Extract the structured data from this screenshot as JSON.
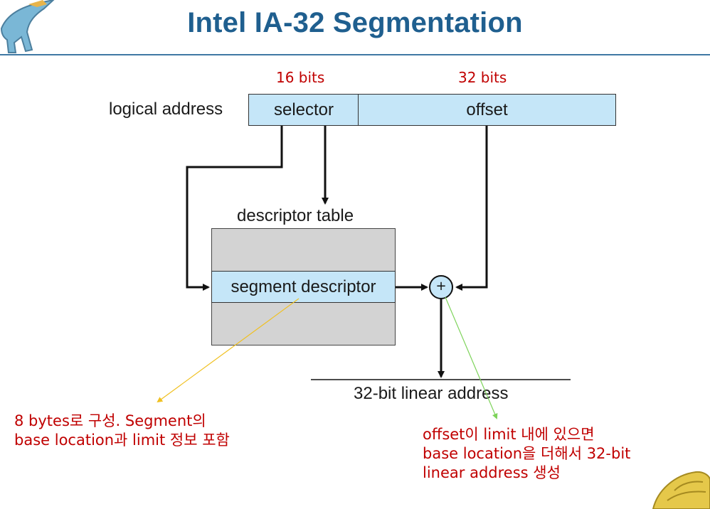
{
  "title": "Intel IA-32 Segmentation",
  "bits": {
    "selector": "16 bits",
    "offset": "32 bits"
  },
  "labels": {
    "logical_address": "logical address",
    "descriptor_table": "descriptor table",
    "linear_address": "32-bit linear address",
    "plus": "+"
  },
  "boxes": {
    "selector": "selector",
    "offset": "offset",
    "segment_descriptor": "segment descriptor"
  },
  "notes": {
    "descriptor_note": [
      "8 bytes로 구성. Segment의",
      "base location과 limit 정보 포함"
    ],
    "add_note": [
      "offset이 limit 내에 있으면",
      "base location을 더해서 32-bit",
      "linear address 생성"
    ]
  },
  "colors": {
    "title": "#1f5f8f",
    "field_fill": "#c5e6f8",
    "table_fill": "#d3d3d3",
    "annotation_red": "#c00000",
    "callout_yellow": "#f0c020",
    "callout_green": "#7dd35a"
  },
  "icons": [
    "dinosaur-logo-top-left",
    "dinosaur-logo-bottom-right"
  ]
}
